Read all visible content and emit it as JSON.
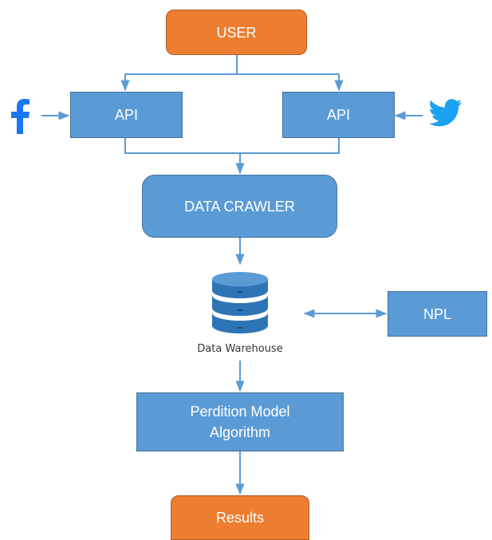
{
  "nodes": {
    "user": "USER",
    "api_left": "API",
    "api_right": "API",
    "crawler": "DATA CRAWLER",
    "warehouse": "Data Warehouse",
    "npl": "NPL",
    "model_line1": "Perdition Model",
    "model_line2": "Algorithm",
    "results": "Results"
  },
  "icons": {
    "left_source": "facebook-icon",
    "right_source": "twitter-icon",
    "storage": "database-icon"
  },
  "colors": {
    "orange": "#ED7D31",
    "blue": "#5B9BD5",
    "connector": "#5B9BD5",
    "facebook": "#1877F2",
    "twitter": "#1DA1F2",
    "database": "#2E75B6"
  }
}
